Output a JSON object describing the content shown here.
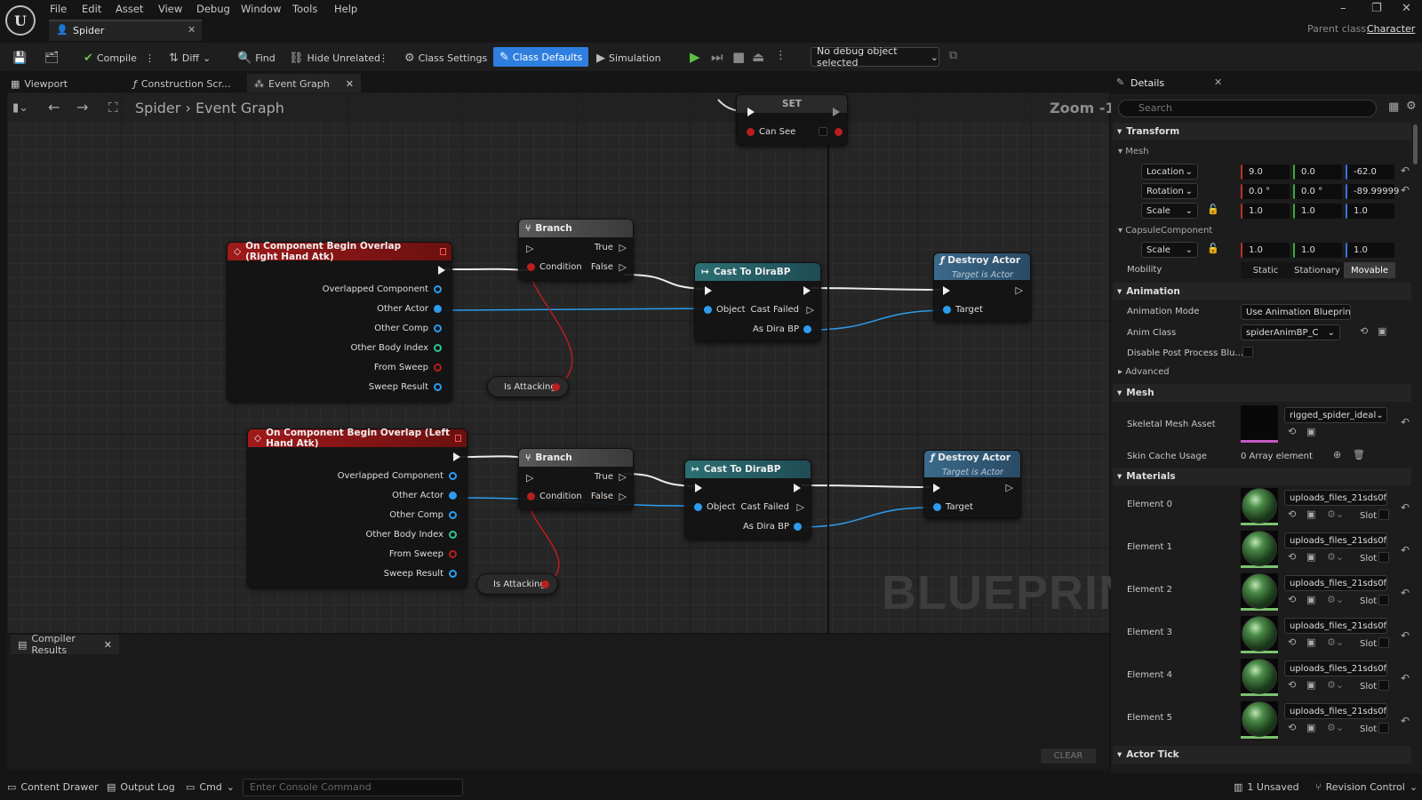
{
  "menu": [
    "File",
    "Edit",
    "Asset",
    "View",
    "Debug",
    "Window",
    "Tools",
    "Help"
  ],
  "asset_tab": {
    "label": "Spider"
  },
  "parent_class": {
    "label": "Parent class:",
    "value": "Character"
  },
  "toolbar": {
    "compile": "Compile",
    "diff": "Diff",
    "find": "Find",
    "hide_unrelated": "Hide Unrelated",
    "class_settings": "Class Settings",
    "class_defaults": "Class Defaults",
    "simulation": "Simulation",
    "debug_object": "No debug object selected"
  },
  "doc_tabs": [
    "Viewport",
    "Construction Scr...",
    "Event Graph"
  ],
  "breadcrumb": {
    "root": "Spider",
    "leaf": "Event Graph"
  },
  "zoom": "Zoom -1",
  "watermark": "BLUEPRINT",
  "nodes": {
    "set": {
      "title": "SET",
      "pin": "Can See"
    },
    "event_right": {
      "title": "On Component Begin Overlap (Right Hand Atk)",
      "pins": [
        "Overlapped Component",
        "Other Actor",
        "Other Comp",
        "Other Body Index",
        "From Sweep",
        "Sweep Result"
      ]
    },
    "event_left": {
      "title": "On Component Begin Overlap (Left Hand Atk)",
      "pins": [
        "Overlapped Component",
        "Other Actor",
        "Other Comp",
        "Other Body Index",
        "From Sweep",
        "Sweep Result"
      ]
    },
    "branch": {
      "title": "Branch",
      "true": "True",
      "false": "False",
      "condition": "Condition"
    },
    "cast": {
      "title": "Cast To DiraBP",
      "object": "Object",
      "failed": "Cast Failed",
      "as": "As Dira BP"
    },
    "destroy": {
      "title": "Destroy Actor",
      "subtitle": "Target is Actor",
      "target": "Target"
    },
    "is_attacking": "Is Attacking"
  },
  "compiler": {
    "tab": "Compiler Results",
    "clear": "CLEAR"
  },
  "statusbar": {
    "content_drawer": "Content Drawer",
    "output_log": "Output Log",
    "cmd": "Cmd",
    "console_placeholder": "Enter Console Command",
    "unsaved": "1 Unsaved",
    "revision": "Revision Control"
  },
  "details": {
    "title": "Details",
    "search_placeholder": "Search",
    "cat_transform": "Transform",
    "mesh_label": "Mesh",
    "location": {
      "label": "Location",
      "x": "9.0",
      "y": "0.0",
      "z": "-62.0"
    },
    "rotation": {
      "label": "Rotation",
      "x": "0.0 °",
      "y": "0.0 °",
      "z": "-89.99999"
    },
    "scale": {
      "label": "Scale",
      "x": "1.0",
      "y": "1.0",
      "z": "1.0"
    },
    "capsule_label": "CapsuleComponent",
    "capsule_scale": {
      "label": "Scale",
      "x": "1.0",
      "y": "1.0",
      "z": "1.0"
    },
    "mobility": {
      "label": "Mobility",
      "options": [
        "Static",
        "Stationary",
        "Movable"
      ],
      "selected": "Movable"
    },
    "cat_animation": "Animation",
    "anim_mode": {
      "label": "Animation Mode",
      "value": "Use Animation Blueprint"
    },
    "anim_class": {
      "label": "Anim Class",
      "value": "spiderAnimBP_C"
    },
    "disable_post": {
      "label": "Disable Post Process Blu..."
    },
    "advanced": "Advanced",
    "cat_mesh": "Mesh",
    "skeletal": {
      "label": "Skeletal Mesh Asset",
      "value": "rigged_spider_ideal"
    },
    "skin_cache": {
      "label": "Skin Cache Usage",
      "value": "0 Array element"
    },
    "cat_materials": "Materials",
    "materials": [
      {
        "label": "Element 0",
        "value": "uploads_files_21sds0f"
      },
      {
        "label": "Element 1",
        "value": "uploads_files_21sds0f"
      },
      {
        "label": "Element 2",
        "value": "uploads_files_21sds0f"
      },
      {
        "label": "Element 3",
        "value": "uploads_files_21sds0f"
      },
      {
        "label": "Element 4",
        "value": "uploads_files_21sds0f"
      },
      {
        "label": "Element 5",
        "value": "uploads_files_21sds0f"
      }
    ],
    "slot_label": "Slot",
    "cat_actor_tick": "Actor Tick"
  },
  "colors": {
    "accent": "#2f7fe0",
    "event": "#a01a1a",
    "object_pin": "#2d9cf0",
    "bool_pin": "#b81e1e",
    "int_pin": "#2ec495"
  }
}
